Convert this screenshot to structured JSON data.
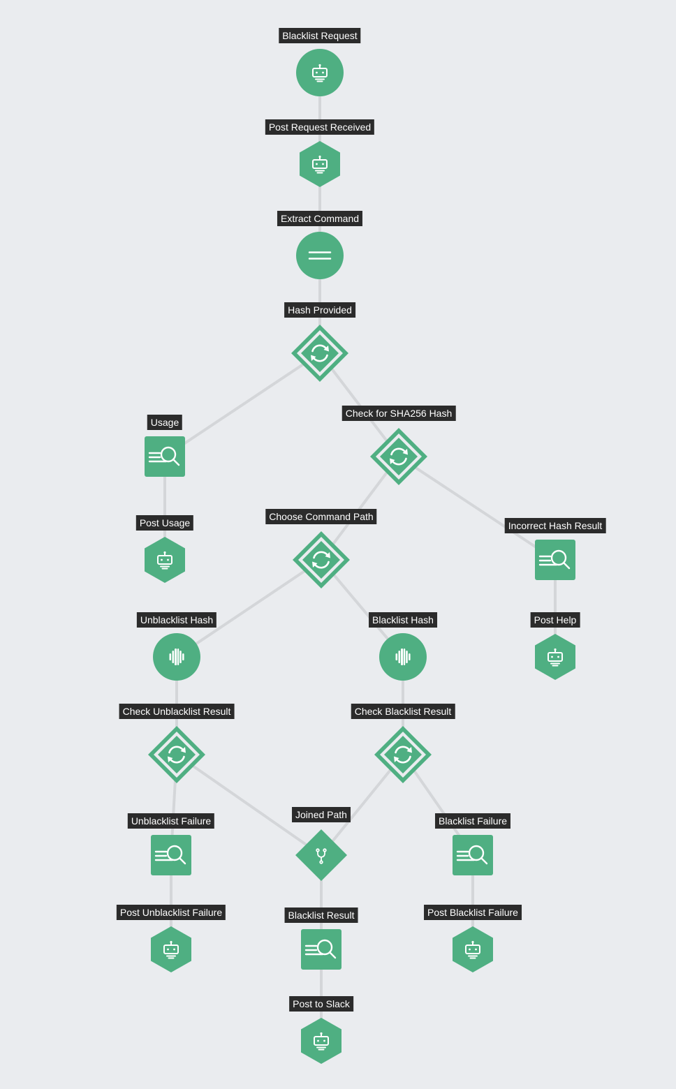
{
  "colors": {
    "node_fill": "#4faf82",
    "icon": "#ffffff",
    "edge": "#d4d6d9",
    "label_bg": "#2b2b2b",
    "label_text": "#ffffff",
    "background": "#eaecef"
  },
  "nodes": [
    {
      "id": "blacklist-request",
      "label": "Blacklist Request",
      "shape": "circle",
      "icon": "robot-icon"
    },
    {
      "id": "post-request-received",
      "label": "Post Request Received",
      "shape": "hexagon",
      "icon": "robot-icon"
    },
    {
      "id": "extract-command",
      "label": "Extract Command",
      "shape": "circle",
      "icon": "equals-icon"
    },
    {
      "id": "hash-provided",
      "label": "Hash Provided",
      "shape": "diamond",
      "icon": "refresh-icon"
    },
    {
      "id": "usage",
      "label": "Usage",
      "shape": "square",
      "icon": "search-list-icon"
    },
    {
      "id": "check-sha256-hash",
      "label": "Check for SHA256 Hash",
      "shape": "diamond",
      "icon": "refresh-icon"
    },
    {
      "id": "post-usage",
      "label": "Post Usage",
      "shape": "hexagon",
      "icon": "robot-icon"
    },
    {
      "id": "choose-command-path",
      "label": "Choose Command Path",
      "shape": "diamond",
      "icon": "refresh-icon"
    },
    {
      "id": "incorrect-hash-result",
      "label": "Incorrect Hash Result",
      "shape": "square",
      "icon": "search-list-icon"
    },
    {
      "id": "unblacklist-hash",
      "label": "Unblacklist Hash",
      "shape": "circle",
      "icon": "barcode-icon"
    },
    {
      "id": "blacklist-hash",
      "label": "Blacklist Hash",
      "shape": "circle",
      "icon": "barcode-icon"
    },
    {
      "id": "post-help",
      "label": "Post Help",
      "shape": "hexagon",
      "icon": "robot-icon"
    },
    {
      "id": "check-unblacklist-result",
      "label": "Check Unblacklist Result",
      "shape": "diamond",
      "icon": "refresh-icon"
    },
    {
      "id": "check-blacklist-result",
      "label": "Check Blacklist Result",
      "shape": "diamond",
      "icon": "refresh-icon"
    },
    {
      "id": "unblacklist-failure",
      "label": "Unblacklist Failure",
      "shape": "square",
      "icon": "search-list-icon"
    },
    {
      "id": "joined-path",
      "label": "Joined Path",
      "shape": "solid-diamond",
      "icon": "merge-icon"
    },
    {
      "id": "blacklist-failure",
      "label": "Blacklist Failure",
      "shape": "square",
      "icon": "search-list-icon"
    },
    {
      "id": "post-unblacklist-failure",
      "label": "Post Unblacklist Failure",
      "shape": "hexagon",
      "icon": "robot-icon"
    },
    {
      "id": "blacklist-result",
      "label": "Blacklist Result",
      "shape": "square",
      "icon": "search-list-icon"
    },
    {
      "id": "post-blacklist-failure",
      "label": "Post Blacklist Failure",
      "shape": "hexagon",
      "icon": "robot-icon"
    },
    {
      "id": "post-to-slack",
      "label": "Post to Slack",
      "shape": "hexagon",
      "icon": "robot-icon"
    }
  ],
  "edges": [
    [
      "blacklist-request",
      "post-request-received"
    ],
    [
      "post-request-received",
      "extract-command"
    ],
    [
      "extract-command",
      "hash-provided"
    ],
    [
      "hash-provided",
      "usage"
    ],
    [
      "hash-provided",
      "check-sha256-hash"
    ],
    [
      "usage",
      "post-usage"
    ],
    [
      "check-sha256-hash",
      "choose-command-path"
    ],
    [
      "check-sha256-hash",
      "incorrect-hash-result"
    ],
    [
      "incorrect-hash-result",
      "post-help"
    ],
    [
      "choose-command-path",
      "unblacklist-hash"
    ],
    [
      "choose-command-path",
      "blacklist-hash"
    ],
    [
      "unblacklist-hash",
      "check-unblacklist-result"
    ],
    [
      "blacklist-hash",
      "check-blacklist-result"
    ],
    [
      "check-unblacklist-result",
      "unblacklist-failure"
    ],
    [
      "check-unblacklist-result",
      "joined-path"
    ],
    [
      "check-blacklist-result",
      "joined-path"
    ],
    [
      "check-blacklist-result",
      "blacklist-failure"
    ],
    [
      "unblacklist-failure",
      "post-unblacklist-failure"
    ],
    [
      "blacklist-failure",
      "post-blacklist-failure"
    ],
    [
      "joined-path",
      "blacklist-result"
    ],
    [
      "blacklist-result",
      "post-to-slack"
    ]
  ]
}
